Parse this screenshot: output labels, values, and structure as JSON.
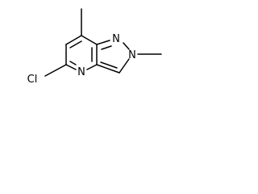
{
  "molecule": {
    "atoms": {
      "n1": "N",
      "n2": "N",
      "n4": "N",
      "cl": "Cl"
    }
  }
}
